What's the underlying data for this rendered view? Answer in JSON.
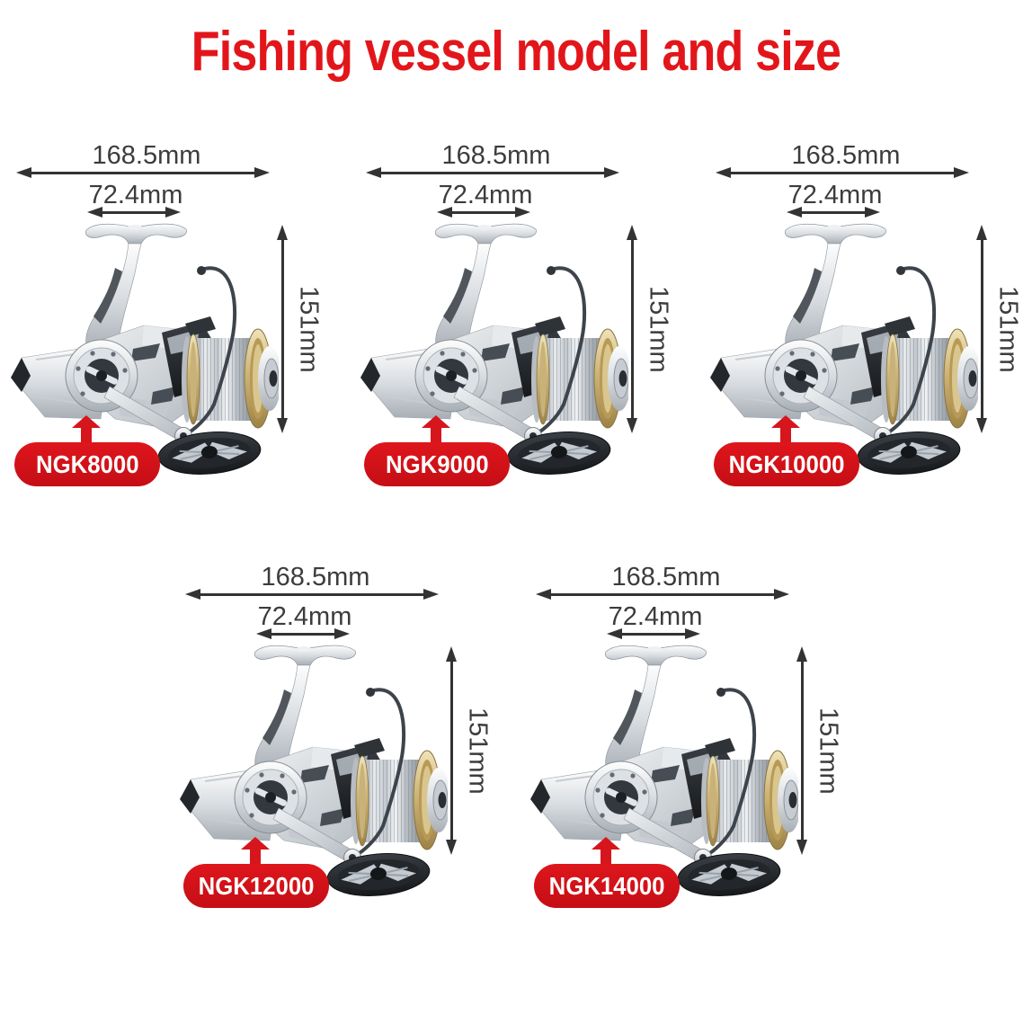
{
  "title": {
    "text": "Fishing vessel model and size"
  },
  "colors": {
    "title_red": "#e2161a",
    "badge_red": "#d31319",
    "dimension_text": "#3c3c3c",
    "arrow": "#333333",
    "gold_accent": "#c9ab62",
    "metal_silver": "#c9ced4"
  },
  "dimensions": {
    "overall_width": "168.5mm",
    "spool_width": "72.4mm",
    "height": "151mm"
  },
  "models": [
    {
      "label": "NGK8000"
    },
    {
      "label": "NGK9000"
    },
    {
      "label": "NGK10000"
    },
    {
      "label": "NGK12000"
    },
    {
      "label": "NGK14000"
    }
  ]
}
